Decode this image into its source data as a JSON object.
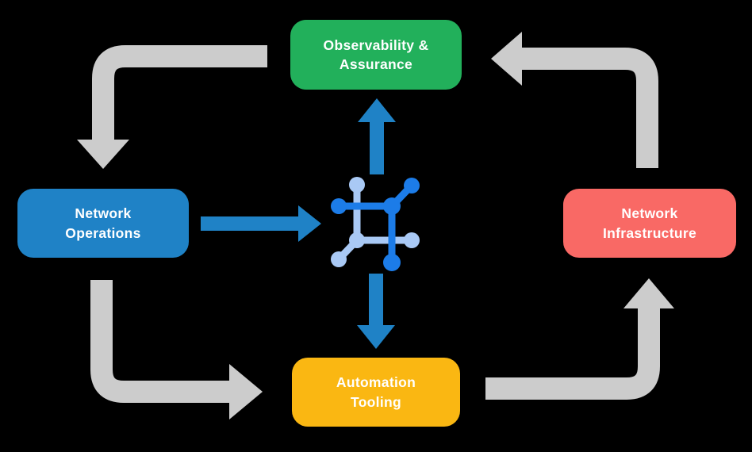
{
  "colors": {
    "background": "#000000",
    "green": "#22B05B",
    "blue": "#1F82C6",
    "red": "#F96965",
    "yellow": "#FAB712",
    "gray_arrow": "#CCCCCC",
    "blue_arrow": "#1F82C6",
    "icon_dark": "#1C7CE8",
    "icon_light": "#A9C9F5",
    "text": "#FFFFFF"
  },
  "nodes": {
    "observability": {
      "line1": "Observability &",
      "line2": "Assurance"
    },
    "operations": {
      "line1": "Network",
      "line2": "Operations"
    },
    "infrastructure": {
      "line1": "Network",
      "line2": "Infrastructure"
    },
    "automation": {
      "line1": "Automation",
      "line2": "Tooling"
    }
  },
  "icons": {
    "center": "network-automation-icon"
  },
  "arrows": {
    "gray_cycle": [
      {
        "from": "observability",
        "to": "operations"
      },
      {
        "from": "operations",
        "to": "automation"
      },
      {
        "from": "automation",
        "to": "infrastructure"
      },
      {
        "from": "infrastructure",
        "to": "observability"
      }
    ],
    "blue": [
      {
        "from": "operations",
        "to": "center-icon"
      },
      {
        "from": "center-icon",
        "to": "observability"
      },
      {
        "from": "center-icon",
        "to": "automation"
      }
    ]
  }
}
